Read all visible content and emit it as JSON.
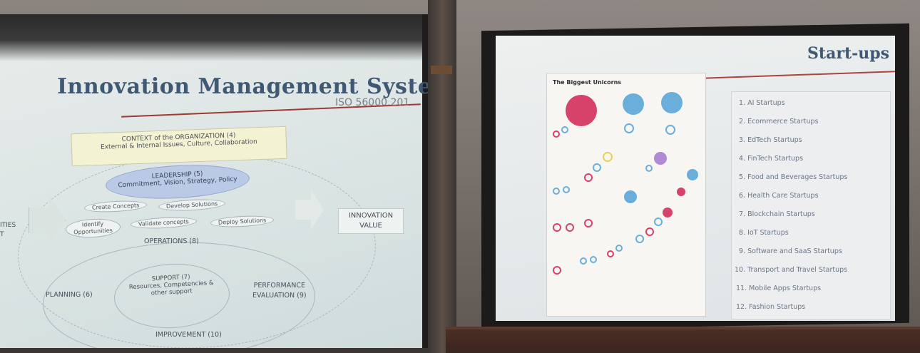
{
  "left_slide": {
    "title": "Innovation Management System",
    "standard": "ISO 56000.201",
    "context_line1": "CONTEXT of the ORGANIZATION (4)",
    "context_line2": "External & Internal Issues, Culture, Collaboration",
    "leadership_line1": "LEADERSHIP (5)",
    "leadership_line2": "Commitment, Vision, Strategy, Policy",
    "create_concepts": "Create Concepts",
    "develop_solutions": "Develop Solutions",
    "identify_opportunities_1": "Identify",
    "identify_opportunities_2": "Opportunities",
    "validate_concepts": "Validate concepts",
    "deploy_solutions": "Deploy Solutions",
    "operations": "OPERATIONS (8)",
    "innovation_value_1": "INNOVATION",
    "innovation_value_2": "VALUE",
    "cut_label_1": "ITIES",
    "cut_label_2": "T",
    "support_1": "SUPPORT (7)",
    "support_2": "Resources, Competencies &",
    "support_3": "other support",
    "planning": "PLANNING (6)",
    "performance_1": "PERFORMANCE",
    "performance_2": "EVALUATION (9)",
    "improvement": "IMPROVEMENT (10)"
  },
  "right_slide": {
    "title": "Start-ups",
    "poster_title": "The Biggest Unicorns",
    "list": [
      "1. AI Startups",
      "2. Ecommerce Startups",
      "3. EdTech Startups",
      "4. FinTech Startups",
      "5. Food and Beverages Startups",
      "6. Health Care Startups",
      "7. Blockchain Startups",
      "8. IoT Startups",
      "9. Software and SaaS Startups",
      "10. Transport and Travel Startups",
      "11. Mobile Apps Startups",
      "12. Fashion Startups"
    ]
  },
  "colors": {
    "title_blue": "#3f5873",
    "underline_red": "#9b3b34",
    "leadership_fill": "#b9c9e6",
    "context_fill": "#f3f3d3",
    "bubble_pink": "#d7426b",
    "bubble_blue": "#5fa9d8"
  }
}
